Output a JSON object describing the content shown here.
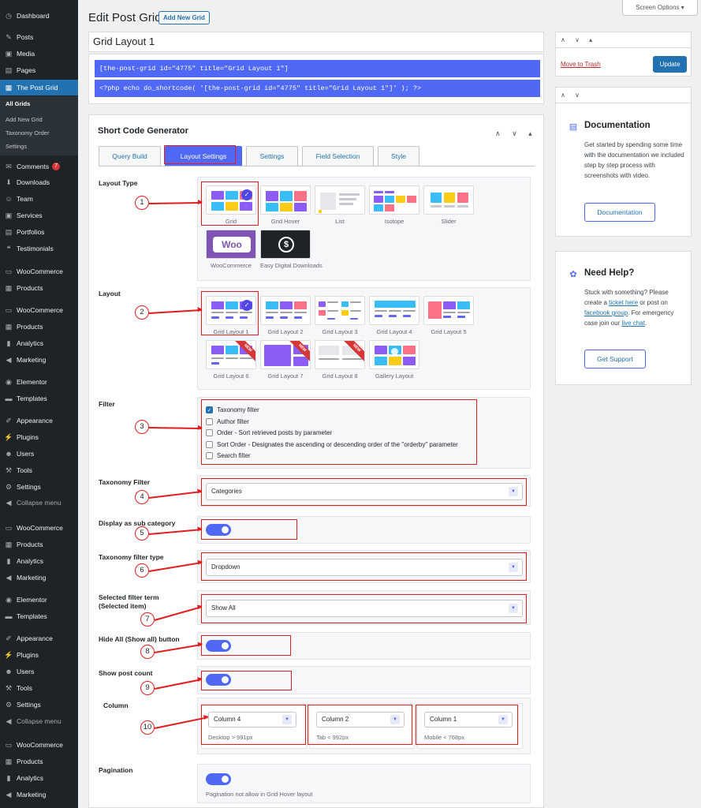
{
  "sidebar": {
    "items": [
      {
        "label": "Dashboard",
        "icon": "dashboard-icon",
        "glyph": "◷"
      },
      {
        "label": "Posts",
        "icon": "pin-icon",
        "glyph": "✎"
      },
      {
        "label": "Media",
        "icon": "media-icon",
        "glyph": "▣"
      },
      {
        "label": "Pages",
        "icon": "pages-icon",
        "glyph": "▤"
      },
      {
        "label": "The Post Grid",
        "icon": "grid-icon",
        "glyph": "▦"
      },
      {
        "label": "Comments",
        "icon": "comment-icon",
        "glyph": "✉",
        "badge": "7"
      },
      {
        "label": "Downloads",
        "icon": "download-icon",
        "glyph": "⬇"
      },
      {
        "label": "Team",
        "icon": "team-icon",
        "glyph": "☺"
      },
      {
        "label": "Services",
        "icon": "services-icon",
        "glyph": "▣"
      },
      {
        "label": "Portfolios",
        "icon": "portfolio-icon",
        "glyph": "▤"
      },
      {
        "label": "Testimonials",
        "icon": "testimonial-icon",
        "glyph": "❝"
      },
      {
        "label": "WooCommerce",
        "icon": "woocommerce-icon",
        "glyph": "▭"
      },
      {
        "label": "Products",
        "icon": "products-icon",
        "glyph": "▦"
      },
      {
        "label": "WooCommerce",
        "icon": "woocommerce-icon",
        "glyph": "▭"
      },
      {
        "label": "Products",
        "icon": "products-icon",
        "glyph": "▦"
      },
      {
        "label": "Analytics",
        "icon": "analytics-icon",
        "glyph": "▮"
      },
      {
        "label": "Marketing",
        "icon": "marketing-icon",
        "glyph": "◀"
      },
      {
        "label": "Elementor",
        "icon": "elementor-icon",
        "glyph": "◉"
      },
      {
        "label": "Templates",
        "icon": "folder-icon",
        "glyph": "▬"
      },
      {
        "label": "Appearance",
        "icon": "brush-icon",
        "glyph": "✐"
      },
      {
        "label": "Plugins",
        "icon": "plugin-icon",
        "glyph": "⚡"
      },
      {
        "label": "Users",
        "icon": "user-icon",
        "glyph": "☻"
      },
      {
        "label": "Tools",
        "icon": "wrench-icon",
        "glyph": "⚒"
      },
      {
        "label": "Settings",
        "icon": "settings-icon",
        "glyph": "⚙"
      },
      {
        "label": "Collapse menu",
        "icon": "collapse-icon",
        "glyph": "◀"
      },
      {
        "label": "WooCommerce",
        "icon": "woocommerce-icon",
        "glyph": "▭"
      },
      {
        "label": "Products",
        "icon": "products-icon",
        "glyph": "▦"
      },
      {
        "label": "Analytics",
        "icon": "analytics-icon",
        "glyph": "▮"
      },
      {
        "label": "Marketing",
        "icon": "marketing-icon",
        "glyph": "◀"
      },
      {
        "label": "Elementor",
        "icon": "elementor-icon",
        "glyph": "◉"
      },
      {
        "label": "Templates",
        "icon": "folder-icon",
        "glyph": "▬"
      },
      {
        "label": "Appearance",
        "icon": "brush-icon",
        "glyph": "✐"
      },
      {
        "label": "Plugins",
        "icon": "plugin-icon",
        "glyph": "⚡"
      },
      {
        "label": "Users",
        "icon": "user-icon",
        "glyph": "☻"
      },
      {
        "label": "Tools",
        "icon": "wrench-icon",
        "glyph": "⚒"
      },
      {
        "label": "Settings",
        "icon": "settings-icon",
        "glyph": "⚙"
      },
      {
        "label": "Collapse menu",
        "icon": "collapse-icon",
        "glyph": "◀"
      },
      {
        "label": "WooCommerce",
        "icon": "woocommerce-icon",
        "glyph": "▭"
      },
      {
        "label": "Products",
        "icon": "products-icon",
        "glyph": "▦"
      },
      {
        "label": "Analytics",
        "icon": "analytics-icon",
        "glyph": "▮"
      },
      {
        "label": "Marketing",
        "icon": "marketing-icon",
        "glyph": "◀"
      }
    ],
    "submenu": [
      "All Grids",
      "Add New Grid",
      "Taxonomy Order",
      "Settings"
    ]
  },
  "header": {
    "title": "Edit Post Grid",
    "add_new": "Add New Grid",
    "screen_options": "Screen Options ▾"
  },
  "post": {
    "title": "Grid Layout 1",
    "shortcode": "[the-post-grid id=\"4775\" title=\"Grid Layout 1\"]",
    "php": "<?php echo do_shortcode( '[the-post-grid id=\"4775\" title=\"Grid Layout 1\"]' ); ?>"
  },
  "generator": {
    "title": "Short Code Generator",
    "arrows": "∧ ∨ ▴",
    "tabs": [
      "Query Build",
      "Layout Settings",
      "Settings",
      "Field Selection",
      "Style"
    ],
    "layout_type_label": "Layout Type",
    "layout_types": [
      "Grid",
      "Grid Hover",
      "List",
      "Isotope",
      "Slider",
      "WooCommerce",
      "Easy Digital Downloads"
    ],
    "woo_logo": "Woo",
    "layout_label": "Layout",
    "layouts": [
      "Grid Layout 1",
      "Grid Layout 2",
      "Grid Layout 3",
      "Grid Layout 4",
      "Grid Layout 5",
      "Grid Layout 6",
      "Grid Layout 7",
      "Grid Layout 8",
      "Gallery Layout"
    ],
    "new_badge": "NEW",
    "filter_label": "Filter",
    "filters": [
      "Taxonomy filter",
      "Author filter",
      "Order - Sort retrieved posts by parameter",
      "Sort Order - Designates the ascending or descending order of the \"orderby\" parameter",
      "Search filter"
    ],
    "taxonomy_filter_label": "Taxonomy Filter",
    "taxonomy_filter_value": "Categories",
    "sub_category_label": "Display as sub category",
    "filter_type_label": "Taxonomy filter type",
    "filter_type_value": "Dropdown",
    "selected_term_label": "Selected filter term (Selected item)",
    "selected_term_value": "Show All",
    "hide_all_label": "Hide All (Show all) button",
    "post_count_label": "Show post count",
    "column_label": "Column",
    "columns": [
      {
        "value": "Column 4",
        "caption": "Desktop > 991px"
      },
      {
        "value": "Column 2",
        "caption": "Tab < 992px"
      },
      {
        "value": "Column 1",
        "caption": "Mobile < 768px"
      }
    ],
    "pagination_label": "Pagination",
    "pagination_note": "Pagination not allow in Grid Hover layout"
  },
  "annotations": [
    "1",
    "2",
    "3",
    "4",
    "5",
    "6",
    "7",
    "8",
    "9",
    "10"
  ],
  "publish": {
    "arrows": "∧ ∨ ▴",
    "trash": "Move to Trash",
    "update": "Update"
  },
  "docs": {
    "arrows": "∧ ∨",
    "title": "Documentation",
    "text": "Get started by spending some time with the documentation we included step by step process with screenshots with video.",
    "button": "Documentation"
  },
  "help": {
    "title": "Need Help?",
    "text1": "Stuck with something? Please create a ",
    "link1": "ticket here",
    "text2": " or post on ",
    "link2": "facebook group",
    "text3": ". For emergency case join our ",
    "link3": "live chat",
    "text4": ".",
    "button": "Get Support"
  },
  "colors": {
    "accent": "#4f68f5",
    "wp_blue": "#2271b1",
    "annotation": "#e11d1d"
  }
}
